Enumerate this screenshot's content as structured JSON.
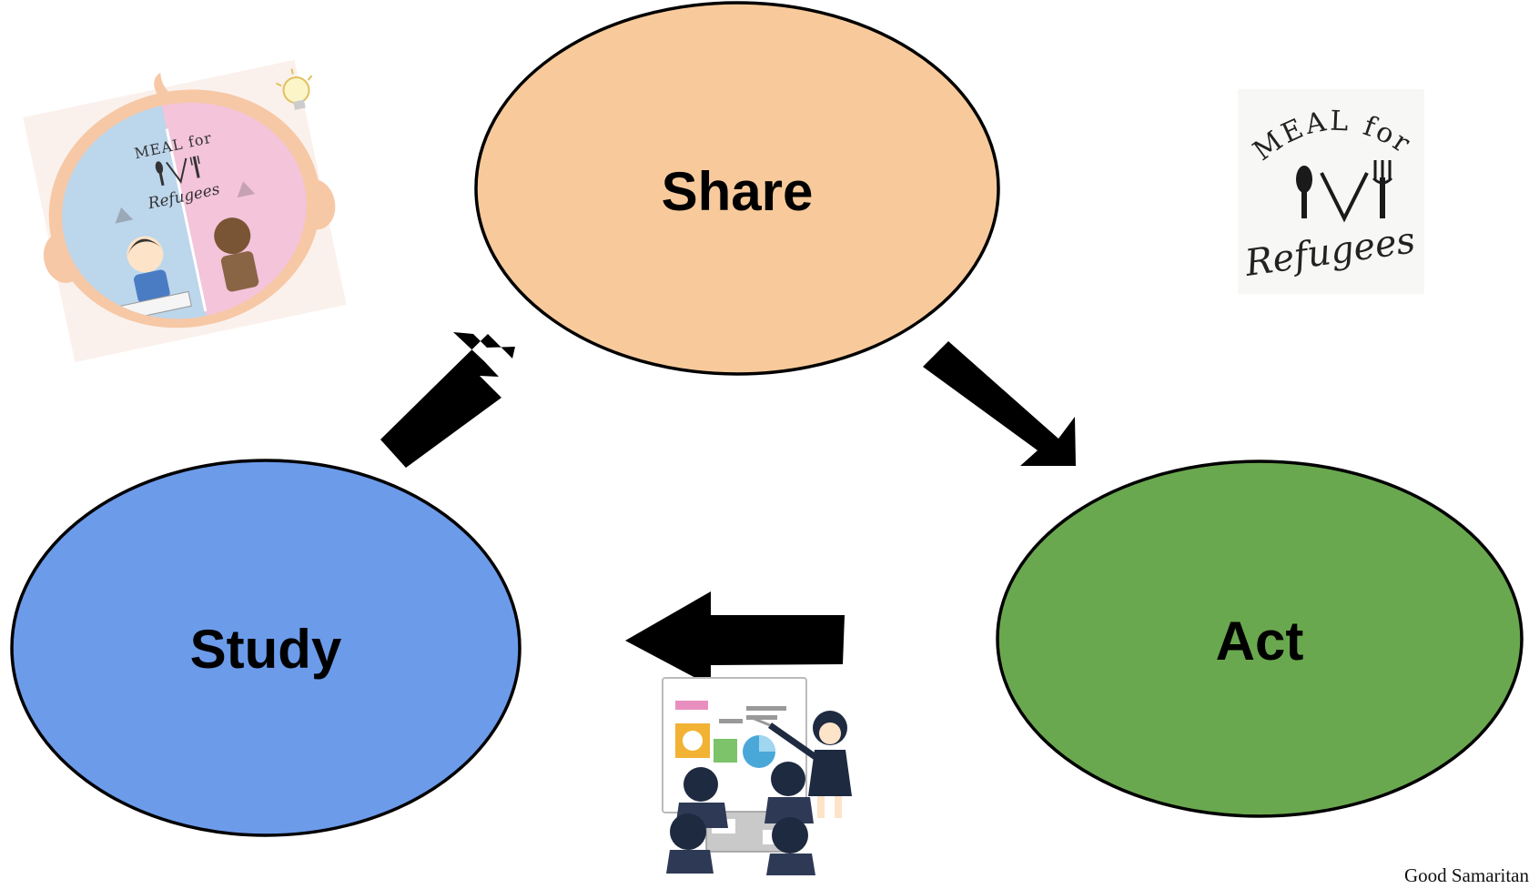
{
  "nodes": {
    "share": {
      "label": "Share",
      "color": "#f8ca9b"
    },
    "study": {
      "label": "Study",
      "color": "#6c9bea"
    },
    "act": {
      "label": "Act",
      "color": "#6aa84f"
    }
  },
  "logos": {
    "meal_for_refugees": {
      "line1": "MEAL for",
      "line2": "Refugees"
    }
  },
  "illustrations": {
    "head_logo": "children-meal-head-illustration",
    "classroom": "classroom-presentation-illustration"
  },
  "arrow_color": "#000000",
  "footer": {
    "text": "Good Samaritan"
  }
}
